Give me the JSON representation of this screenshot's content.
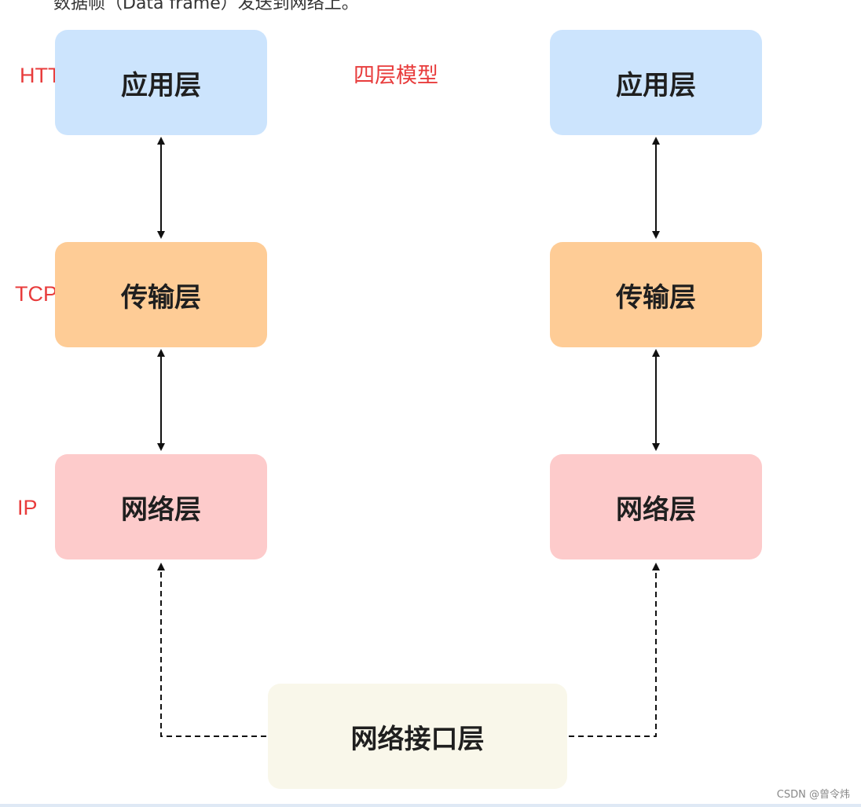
{
  "top_partial_text": "数据帧（Data frame）发送到网络上。",
  "title": "四层模型",
  "left_stack": {
    "application": "应用层",
    "transport": "传输层",
    "network": "网络层"
  },
  "right_stack": {
    "application": "应用层",
    "transport": "传输层",
    "network": "网络层"
  },
  "interface_layer": "网络接口层",
  "protocol_labels": {
    "http": "HTTP",
    "tcp": "TCP",
    "ip": "IP"
  },
  "watermark": "CSDN @曾令炜",
  "colors": {
    "application": "#cce4fd",
    "transport": "#fecc96",
    "network": "#fdcbcb",
    "interface": "#f9f7ea",
    "label_red": "#e83c3c"
  }
}
